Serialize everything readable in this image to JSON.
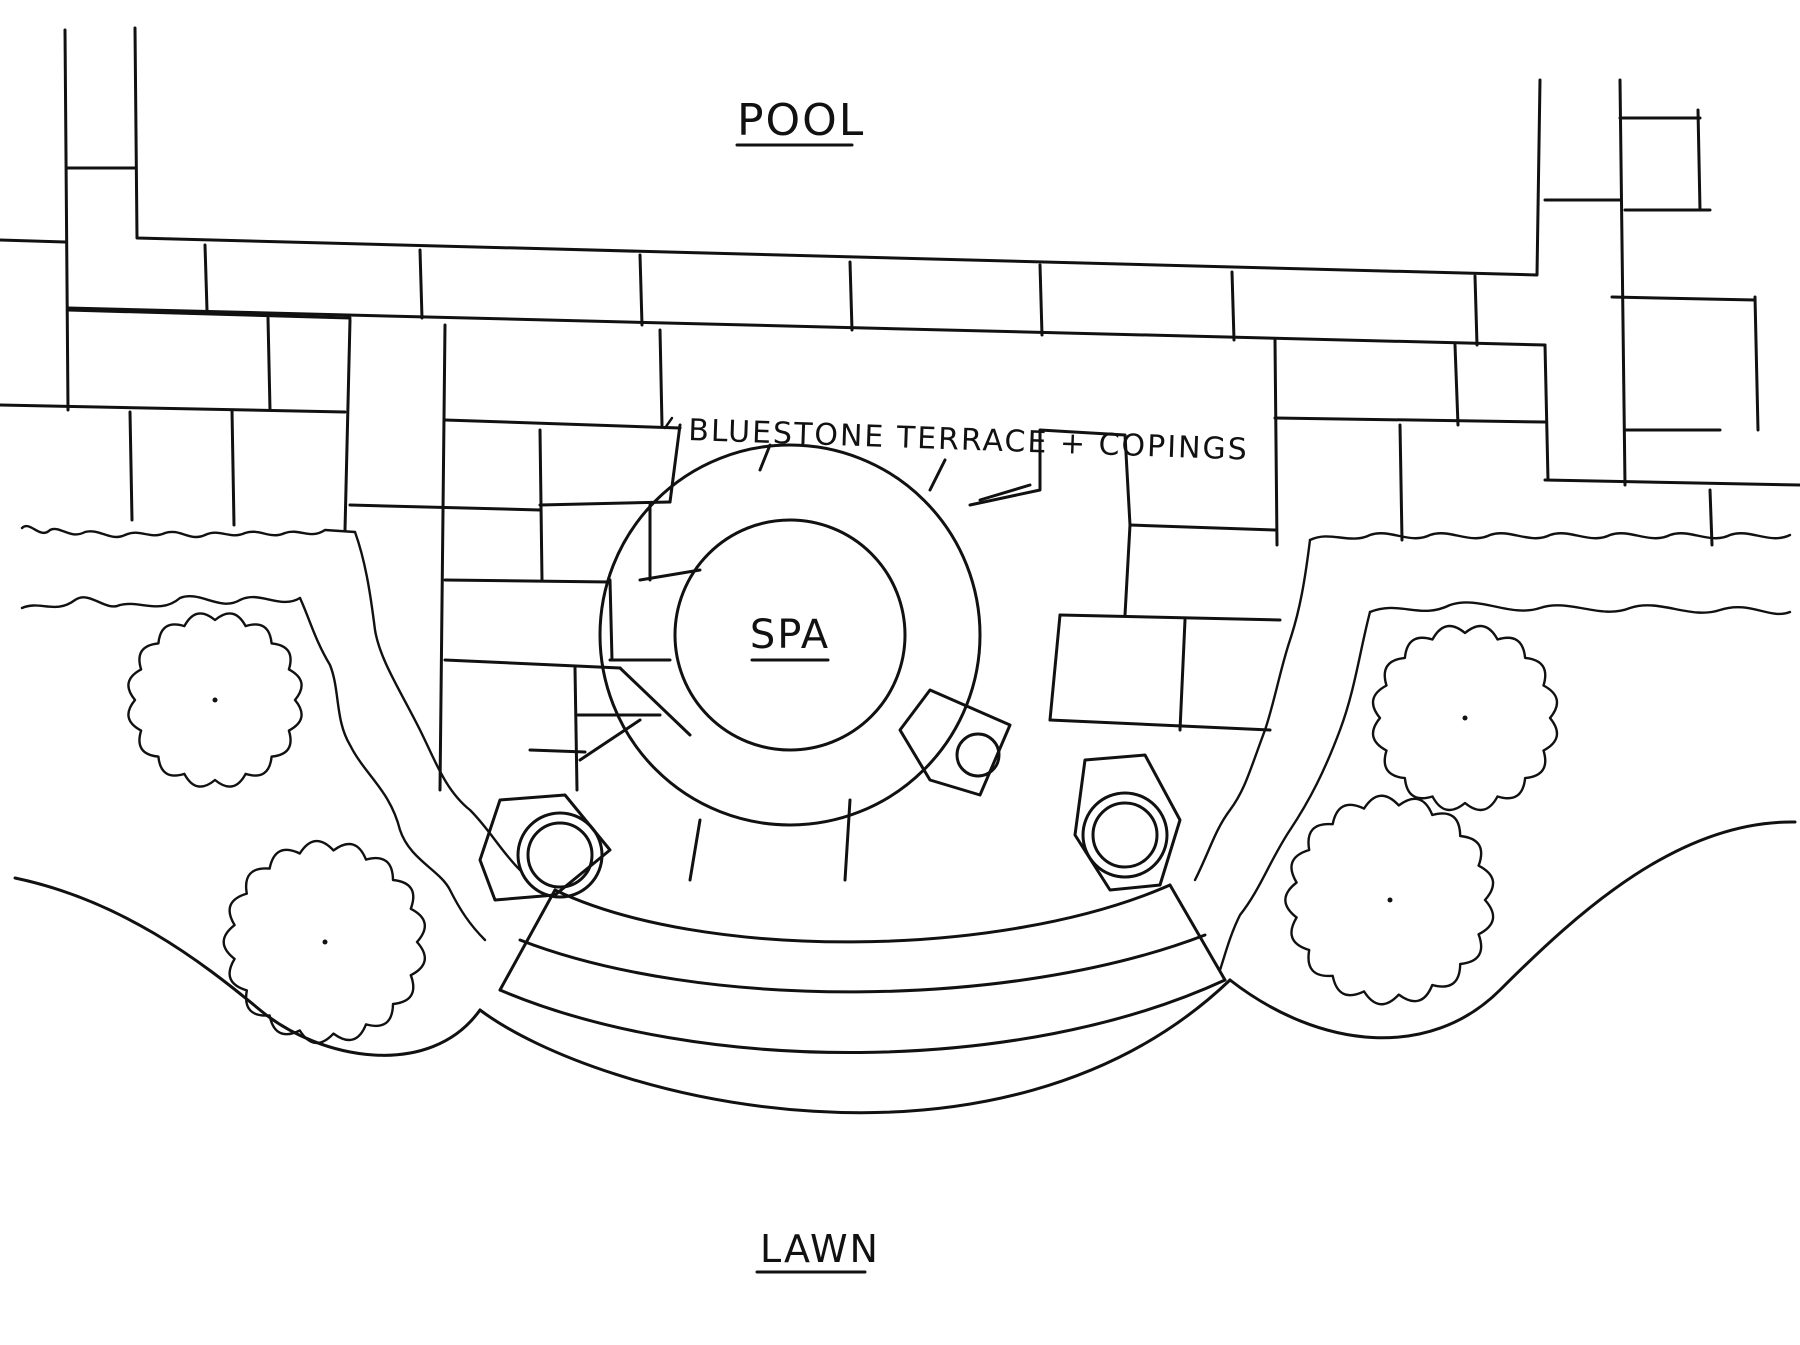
{
  "labels": {
    "pool": "POOL",
    "terrace": "BLUESTONE TERRACE + COPINGS",
    "spa": "SPA",
    "lawn": "LAWN"
  },
  "ink_color": "#111111",
  "paper_color": "#ffffff"
}
